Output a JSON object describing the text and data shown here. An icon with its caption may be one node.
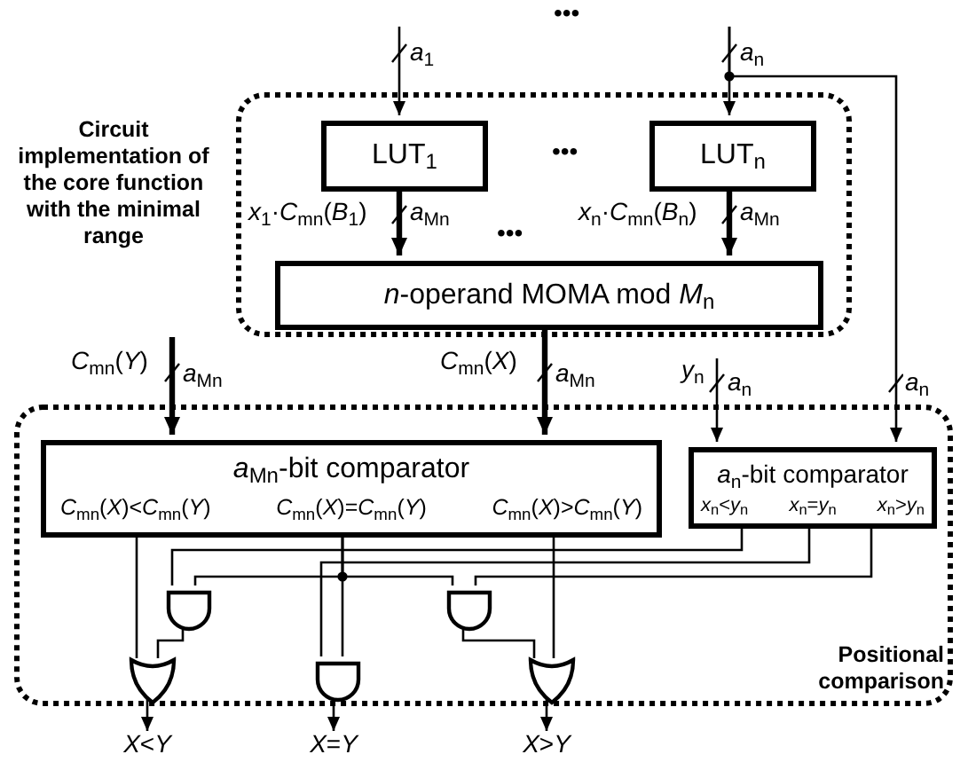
{
  "diagram": {
    "nodes": [
      {
        "text": [
          "Circuit implementation of the core function with the minimal range"
        ]
      },
      {
        "text": [
          "LUT$_{1}$"
        ],
        "in": 0
      },
      {
        "text": [
          "LUT$_{n}$"
        ],
        "in": 0
      },
      {
        "text": [
          "*n*-operand MOMA mod *M*$_{n}$"
        ],
        "in": 0
      },
      {
        "text": [
          "Positional comparison"
        ]
      },
      {
        "text": [
          "*a*$_{Mn}$-bit comparator",
          "*C*$_{mn}$(*X*)<*C*$_{mn}$(*Y*)",
          "*C*$_{mn}$(*X*)=*C*$_{mn}$(*Y*)",
          "*C*$_{mn}$(*X*)>*C*$_{mn}$(*Y*)"
        ],
        "in": 4
      },
      {
        "text": [
          "*a*$_{n}$-bit comparator",
          "*x*$_{n}$<*y*$_{n}$",
          "*x*$_{n}$=*y*$_{n}$",
          "*x*$_{n}$>*y*$_{n}$"
        ],
        "in": 4
      },
      {
        "text": [],
        "shape": "and-gate",
        "in": 4
      },
      {
        "text": [],
        "shape": "and-gate",
        "in": 4
      },
      {
        "text": [],
        "shape": "or-gate",
        "in": 4
      },
      {
        "text": [],
        "shape": "and-gate",
        "in": 4
      },
      {
        "text": [],
        "shape": "or-gate",
        "in": 4
      },
      {
        "text": [
          "*X*<*Y*"
        ]
      },
      {
        "text": [
          "*X*=*Y*"
        ]
      },
      {
        "text": [
          "*X*>*Y*"
        ]
      },
      {
        "text": [
          "*y*$_{n}$"
        ]
      }
    ],
    "edges": [
      {
        "from": null,
        "to": 1,
        "arrow": "to",
        "label": "*a*$_{1}$"
      },
      {
        "from": null,
        "to": 2,
        "arrow": "to",
        "label": "*a*$_{n}$"
      },
      {
        "from": null,
        "to": 6,
        "arrow": "to",
        "label": "*a*$_{n}$"
      },
      {
        "from": 1,
        "to": 3,
        "arrow": "to",
        "label": "*a*$_{Mn}$",
        "style": "thick"
      },
      {
        "from": 2,
        "to": 3,
        "arrow": "to",
        "label": "*a*$_{Mn}$",
        "style": "thick"
      },
      {
        "from": 3,
        "to": 5,
        "arrow": "to",
        "label": "*a*$_{Mn}$",
        "style": "thick"
      },
      {
        "from": null,
        "to": 5,
        "arrow": "to",
        "label": "*a*$_{Mn}$",
        "style": "thick"
      },
      {
        "from": 15,
        "to": 6,
        "arrow": "to",
        "label": "*a*$_{n}$"
      },
      {
        "from": 5,
        "to": 9,
        "arrow": "none"
      },
      {
        "from": 5,
        "to": 7,
        "arrow": "none"
      },
      {
        "from": 5,
        "to": 8,
        "arrow": "none"
      },
      {
        "from": 5,
        "to": 10,
        "arrow": "none"
      },
      {
        "from": 5,
        "to": 11,
        "arrow": "none"
      },
      {
        "from": 6,
        "to": 7,
        "arrow": "none"
      },
      {
        "from": 6,
        "to": 10,
        "arrow": "none"
      },
      {
        "from": 6,
        "to": 8,
        "arrow": "none"
      },
      {
        "from": 7,
        "to": 9,
        "arrow": "none"
      },
      {
        "from": 8,
        "to": 11,
        "arrow": "none"
      },
      {
        "from": 9,
        "to": 12,
        "arrow": "to"
      },
      {
        "from": 10,
        "to": 13,
        "arrow": "to"
      },
      {
        "from": 11,
        "to": 14,
        "arrow": "to"
      }
    ],
    "labels": [
      "•••",
      "•••",
      "*x*$_{1}$·*C*$_{mn}$(*B*$_{1}$)",
      "*x*$_{n}$·*C*$_{mn}$(*B*$_{n}$)",
      "•••",
      "*C*$_{mn}$(*Y*)",
      "*C*$_{mn}$(*X*)"
    ]
  }
}
